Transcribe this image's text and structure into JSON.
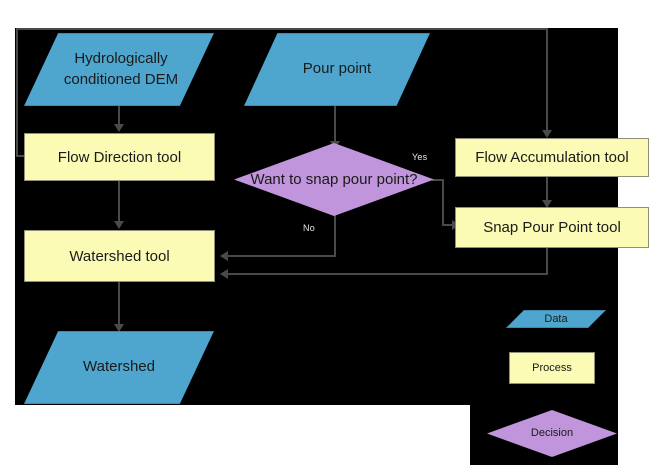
{
  "diagram": {
    "title": "Watershed delineation workflow flowchart",
    "background": "#000000",
    "page_background": "#ffffff",
    "colors": {
      "data_fill": "#4EA6CF",
      "process_fill": "#FBFBB6",
      "decision_fill": "#C095DB",
      "connector": "#4a4a4a",
      "text": "#1a1a1a",
      "edge_label_text": "#e8e8e8"
    }
  },
  "nodes": {
    "hydrologically_conditioned_dem": {
      "label": "Hydrologically conditioned DEM",
      "type": "data"
    },
    "pour_point": {
      "label": "Pour point",
      "type": "data"
    },
    "flow_direction_tool": {
      "label": "Flow Direction tool",
      "type": "process"
    },
    "flow_accumulation_tool": {
      "label": "Flow Accumulation tool",
      "type": "process"
    },
    "snap_pour_point_tool": {
      "label": "Snap Pour Point tool",
      "type": "process"
    },
    "watershed_tool": {
      "label": "Watershed tool",
      "type": "process"
    },
    "watershed": {
      "label": "Watershed",
      "type": "data"
    },
    "want_to_snap": {
      "label": "Want to snap pour point?",
      "type": "decision"
    }
  },
  "edge_labels": {
    "yes": "Yes",
    "no": "No"
  },
  "legend": {
    "data": "Data",
    "process": "Process",
    "decision": "Decision"
  }
}
